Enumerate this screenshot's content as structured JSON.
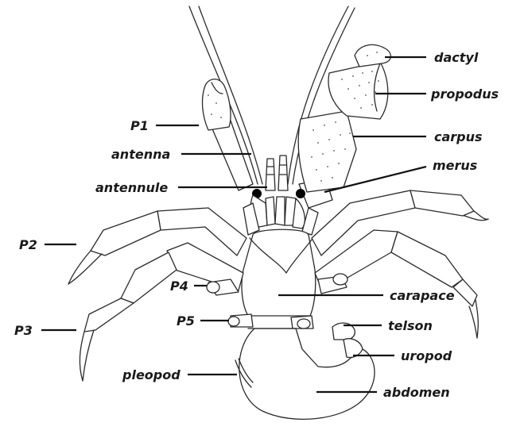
{
  "diagram": {
    "labels": {
      "dactyl": "dactyl",
      "propodus": "propodus",
      "carpus": "carpus",
      "merus": "merus",
      "P1": "P1",
      "antenna": "antenna",
      "antennule": "antennule",
      "P2": "P2",
      "P3": "P3",
      "P4": "P4",
      "P5": "P5",
      "carapace": "carapace",
      "telson": "telson",
      "uropod": "uropod",
      "pleopod": "pleopod",
      "abdomen": "abdomen"
    }
  }
}
